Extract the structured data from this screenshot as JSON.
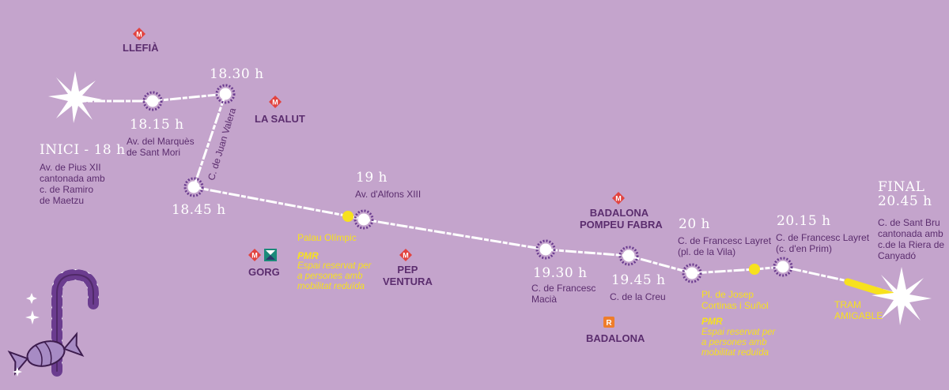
{
  "start": {
    "time": "INICI - 18 h",
    "address": [
      "Av. de Pius XII",
      "cantonada amb",
      "c. de Ramiro",
      "de Maetzu"
    ]
  },
  "stops": [
    {
      "time": "18.15 h",
      "address": [
        "Av. del Marquès",
        "de Sant Mori"
      ]
    },
    {
      "time": "18.30 h",
      "address": []
    },
    {
      "time": "18.45 h",
      "address": []
    },
    {
      "time": "19 h",
      "address": [
        "Av. d'Alfons XIII"
      ]
    },
    {
      "time": "19.30 h",
      "address": [
        "C. de Francesc",
        "Macià"
      ]
    },
    {
      "time": "19.45 h",
      "address": [
        "C. de la Creu"
      ]
    },
    {
      "time": "20 h",
      "address": [
        "C. de Francesc Layret",
        "(pl. de la Vila)"
      ]
    },
    {
      "time": "20.15 h",
      "address": [
        "C. de Francesc Layret",
        "(c. d'en Prim)"
      ]
    }
  ],
  "street_label": "C. de Juan Valera",
  "finish": {
    "title": "FINAL",
    "time": "20.45 h",
    "address": [
      "C. de Sant Bru",
      "cantonada amb",
      "c.de la Riera de",
      "Canyadó"
    ]
  },
  "metro_stations": [
    {
      "name": [
        "LLEFIÀ"
      ],
      "icon": "metro-icon"
    },
    {
      "name": [
        "LA SALUT"
      ],
      "icon": "metro-icon"
    },
    {
      "name": [
        "GORG"
      ],
      "icon": "metro-icon"
    },
    {
      "name": [
        "PEP",
        "VENTURA"
      ],
      "icon": "metro-icon"
    },
    {
      "name": [
        "BADALONA",
        "POMPEU FABRA"
      ],
      "icon": "metro-icon"
    }
  ],
  "train_station": {
    "name": "BADALONA",
    "badge": "R"
  },
  "metro_badge": "M",
  "pmr_points": [
    {
      "place": "Palau Olímpic",
      "title": "PMR",
      "text": [
        "Espai reservat per",
        "a persones amb",
        "mobilitat reduïda"
      ]
    },
    {
      "place_lines": [
        "Pl. de Josep",
        "Cortinas i Suñol"
      ],
      "title": "PMR",
      "text": [
        "Espai reservat per",
        "a persones amb",
        "mobilitat reduïda"
      ]
    }
  ],
  "tram": {
    "label": [
      "TRAM",
      "AMIGABLE"
    ]
  },
  "colors": {
    "background": "#c4a4cc",
    "route": "#ffffff",
    "text_purple": "#5b2d6e",
    "metro_red": "#e2433f",
    "rodalies_orange": "#ef7d2a",
    "tram_green": "#1b8a7a",
    "accent_yellow": "#f7e11e",
    "stop_ring": "#6b3c8f"
  }
}
